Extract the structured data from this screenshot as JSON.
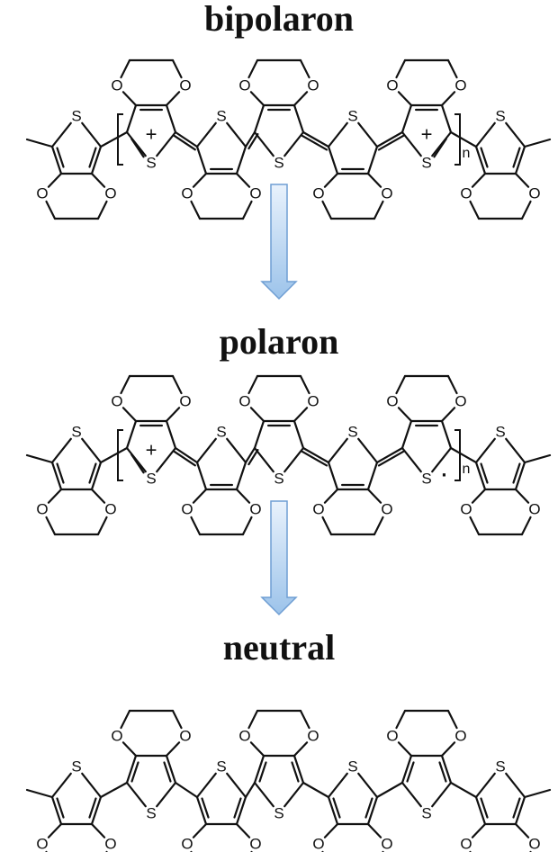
{
  "diagram": {
    "states": [
      {
        "id": "bipolaron",
        "title": "bipolaron",
        "repeat_label": "n",
        "center_ring_label": "S",
        "end_ring_label": "S"
      },
      {
        "id": "polaron",
        "title": "polaron",
        "repeat_label": "n",
        "center_ring_label": "S",
        "end_ring_label": "S"
      },
      {
        "id": "neutral",
        "title": "neutral",
        "center_ring_label": "S",
        "end_ring_label": "S"
      }
    ],
    "atoms": {
      "sulfur": "S",
      "oxygen": "O",
      "positive_charge": "+",
      "radical_dot": "·"
    },
    "arrows": [
      {
        "from": "bipolaron",
        "to": "polaron"
      },
      {
        "from": "polaron",
        "to": "neutral"
      }
    ],
    "colors": {
      "arrow_fill_top": "#e9f2fc",
      "arrow_fill_bottom": "#9cc3ea",
      "arrow_stroke": "#6f9ed3",
      "ink": "#111111"
    }
  }
}
